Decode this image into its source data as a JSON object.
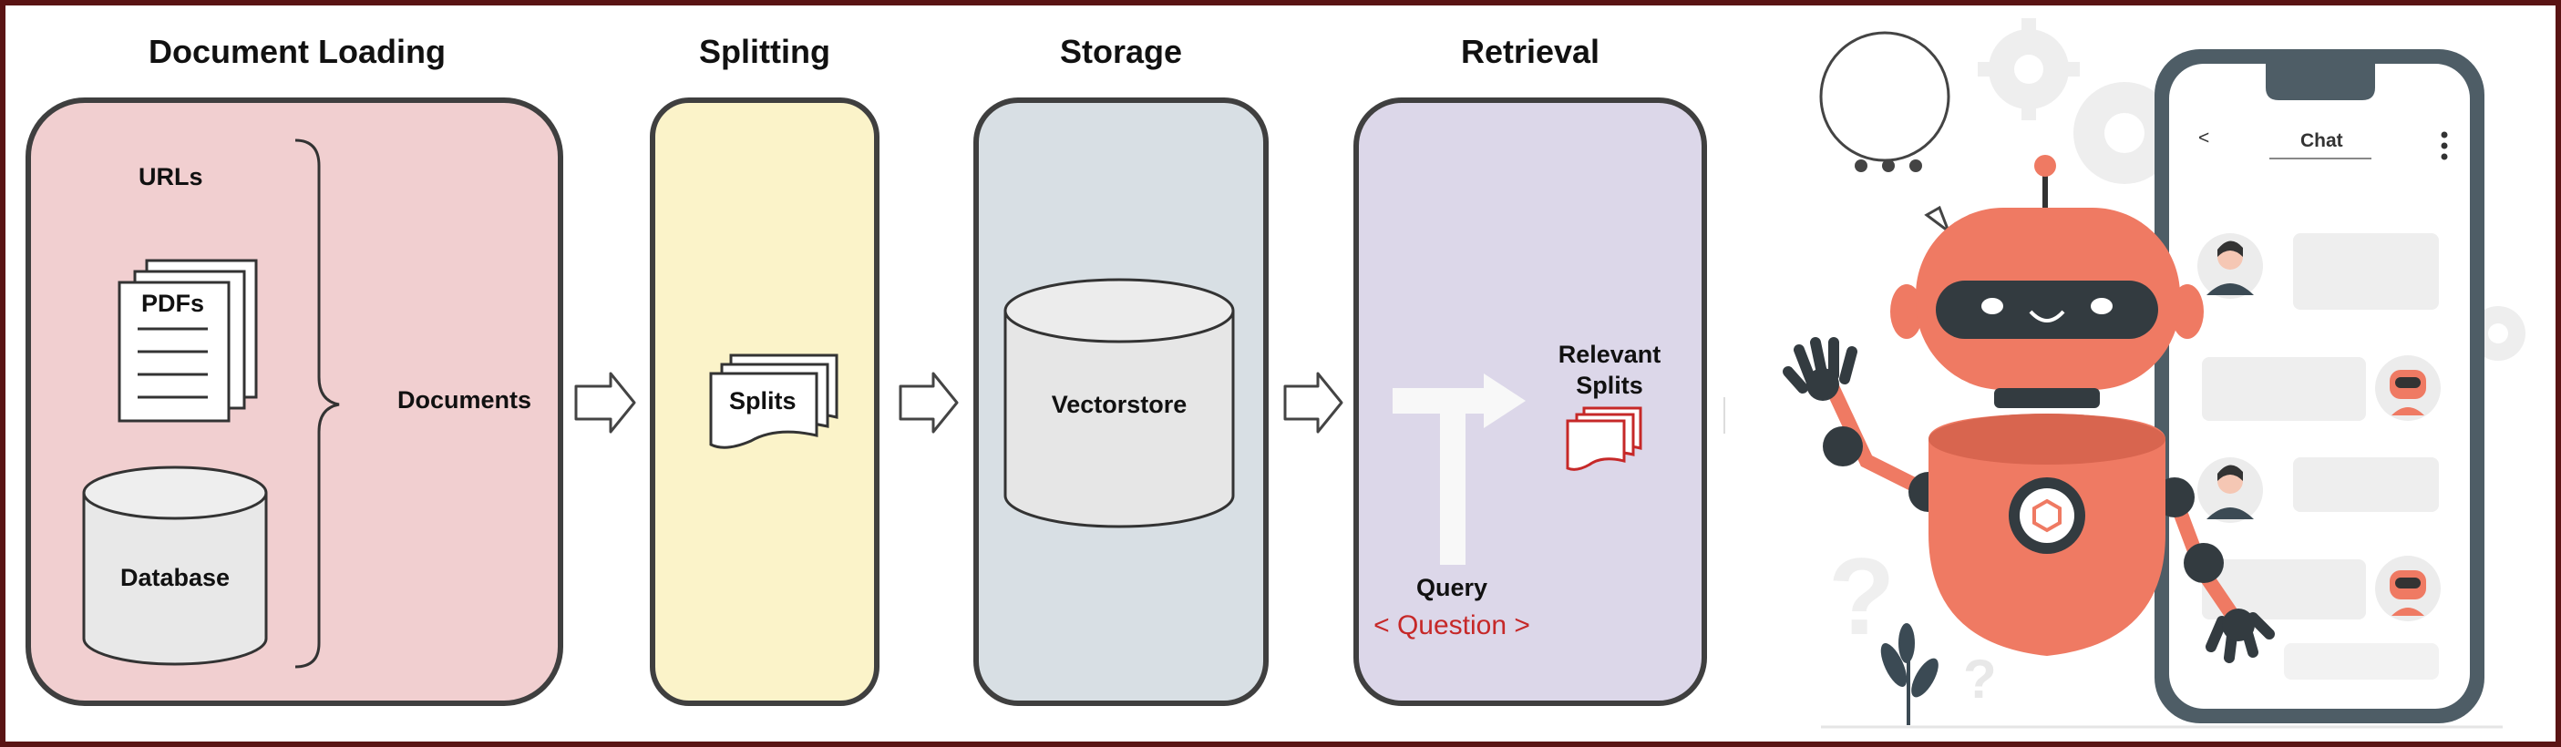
{
  "stages": {
    "loading": {
      "title": "Document Loading",
      "fill": "#f1cfd0"
    },
    "splitting": {
      "title": "Splitting",
      "fill": "#fbf3c9"
    },
    "storage": {
      "title": "Storage",
      "fill": "#d8dfe4"
    },
    "retrieval": {
      "title": "Retrieval",
      "fill": "#dcd7e9"
    }
  },
  "loading": {
    "sources": [
      "URLs",
      "PDFs",
      "Database"
    ],
    "output": "Documents"
  },
  "splitting": {
    "label": "Splits"
  },
  "storage": {
    "label": "Vectorstore"
  },
  "retrieval": {
    "relevant_line1": "Relevant",
    "relevant_line2": "Splits",
    "query": "Query",
    "question": "< Question >"
  },
  "chat": {
    "title": "Chat",
    "back_glyph": "<",
    "robot_color": "#ef7a63",
    "phone_color": "#4e5d66"
  },
  "colors": {
    "frame": "#5a1414",
    "border": "#3f3f3f",
    "accent_red": "#c62828"
  }
}
